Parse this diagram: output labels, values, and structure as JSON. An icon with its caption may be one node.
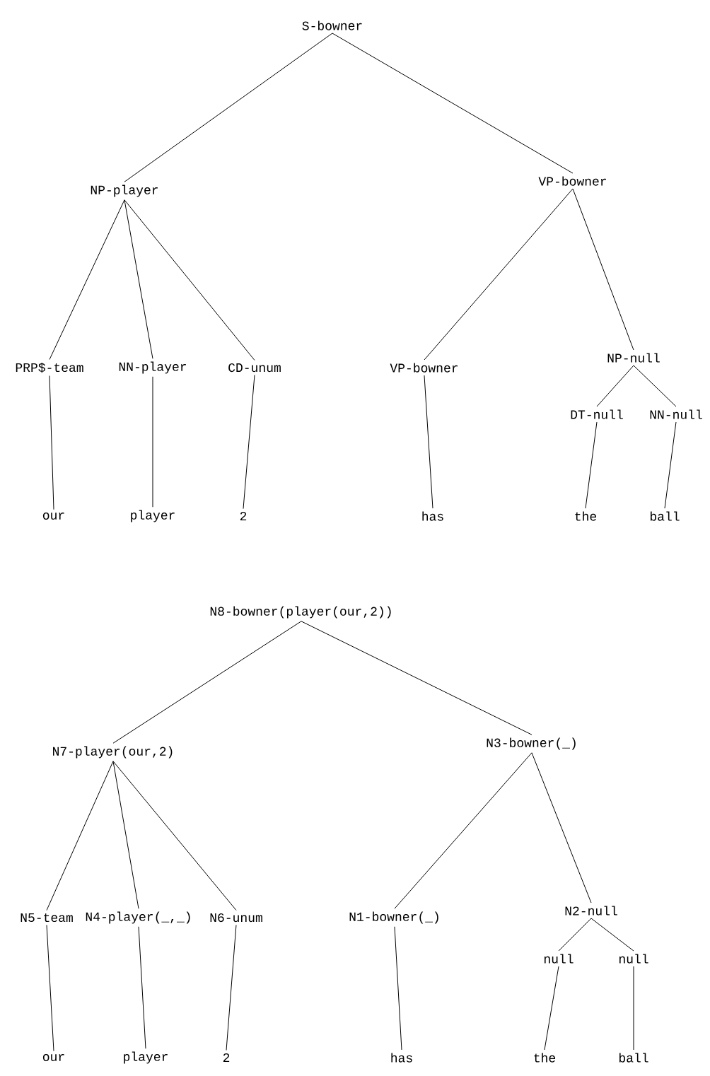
{
  "diagram": {
    "nodes": [
      {
        "text": [
          "S-bowner"
        ]
      },
      {
        "text": [
          "NP-player"
        ]
      },
      {
        "text": [
          "VP-bowner"
        ]
      },
      {
        "text": [
          "PRP$-team"
        ]
      },
      {
        "text": [
          "NN-player"
        ]
      },
      {
        "text": [
          "CD-unum"
        ]
      },
      {
        "text": [
          "VP-bowner"
        ]
      },
      {
        "text": [
          "NP-null"
        ]
      },
      {
        "text": [
          "DT-null"
        ]
      },
      {
        "text": [
          "NN-null"
        ]
      },
      {
        "text": [
          "our"
        ]
      },
      {
        "text": [
          "player"
        ]
      },
      {
        "text": [
          "2"
        ]
      },
      {
        "text": [
          "has"
        ]
      },
      {
        "text": [
          "the"
        ]
      },
      {
        "text": [
          "ball"
        ]
      },
      {
        "text": [
          "N8-bowner(player(our,2))"
        ]
      },
      {
        "text": [
          "N7-player(our,2)"
        ]
      },
      {
        "text": [
          "N3-bowner(_)"
        ]
      },
      {
        "text": [
          "N5-team"
        ]
      },
      {
        "text": [
          "N4-player(_,_)"
        ]
      },
      {
        "text": [
          "N6-unum"
        ]
      },
      {
        "text": [
          "N1-bowner(_)"
        ]
      },
      {
        "text": [
          "N2-null"
        ]
      },
      {
        "text": [
          "null"
        ]
      },
      {
        "text": [
          "null"
        ]
      },
      {
        "text": [
          "our"
        ]
      },
      {
        "text": [
          "player"
        ]
      },
      {
        "text": [
          "2"
        ]
      },
      {
        "text": [
          "has"
        ]
      },
      {
        "text": [
          "the"
        ]
      },
      {
        "text": [
          "ball"
        ]
      }
    ],
    "edges": [
      {
        "from": 0,
        "to": 1,
        "arrow": "none"
      },
      {
        "from": 0,
        "to": 2,
        "arrow": "none"
      },
      {
        "from": 1,
        "to": 3,
        "arrow": "none"
      },
      {
        "from": 1,
        "to": 4,
        "arrow": "none"
      },
      {
        "from": 1,
        "to": 5,
        "arrow": "none"
      },
      {
        "from": 2,
        "to": 6,
        "arrow": "none"
      },
      {
        "from": 2,
        "to": 7,
        "arrow": "none"
      },
      {
        "from": 7,
        "to": 8,
        "arrow": "none"
      },
      {
        "from": 7,
        "to": 9,
        "arrow": "none"
      },
      {
        "from": 3,
        "to": 10,
        "arrow": "none"
      },
      {
        "from": 4,
        "to": 11,
        "arrow": "none"
      },
      {
        "from": 5,
        "to": 12,
        "arrow": "none"
      },
      {
        "from": 6,
        "to": 13,
        "arrow": "none"
      },
      {
        "from": 8,
        "to": 14,
        "arrow": "none"
      },
      {
        "from": 9,
        "to": 15,
        "arrow": "none"
      },
      {
        "from": 16,
        "to": 17,
        "arrow": "none"
      },
      {
        "from": 16,
        "to": 18,
        "arrow": "none"
      },
      {
        "from": 17,
        "to": 19,
        "arrow": "none"
      },
      {
        "from": 17,
        "to": 20,
        "arrow": "none"
      },
      {
        "from": 17,
        "to": 21,
        "arrow": "none"
      },
      {
        "from": 18,
        "to": 22,
        "arrow": "none"
      },
      {
        "from": 18,
        "to": 23,
        "arrow": "none"
      },
      {
        "from": 23,
        "to": 24,
        "arrow": "none"
      },
      {
        "from": 23,
        "to": 25,
        "arrow": "none"
      },
      {
        "from": 19,
        "to": 26,
        "arrow": "none"
      },
      {
        "from": 20,
        "to": 27,
        "arrow": "none"
      },
      {
        "from": 21,
        "to": 28,
        "arrow": "none"
      },
      {
        "from": 22,
        "to": 29,
        "arrow": "none"
      },
      {
        "from": 24,
        "to": 30,
        "arrow": "none"
      },
      {
        "from": 25,
        "to": 31,
        "arrow": "none"
      }
    ]
  }
}
